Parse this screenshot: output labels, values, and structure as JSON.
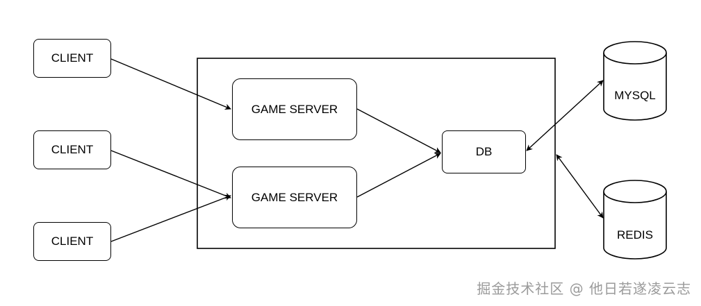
{
  "diagram": {
    "clients": [
      {
        "label": "CLIENT"
      },
      {
        "label": "CLIENT"
      },
      {
        "label": "CLIENT"
      }
    ],
    "game_servers": [
      {
        "label": "GAME SERVER"
      },
      {
        "label": "GAME SERVER"
      }
    ],
    "db": {
      "label": "DB"
    },
    "stores": [
      {
        "label": "MYSQL"
      },
      {
        "label": "REDIS"
      }
    ],
    "edges": [
      {
        "from": "CLIENT (1)",
        "to": "GAME SERVER (1)",
        "direction": "forward"
      },
      {
        "from": "CLIENT (2)",
        "to": "GAME SERVER (2)",
        "direction": "forward"
      },
      {
        "from": "CLIENT (3)",
        "to": "GAME SERVER (2)",
        "direction": "forward"
      },
      {
        "from": "GAME SERVER (1)",
        "to": "DB",
        "direction": "forward"
      },
      {
        "from": "GAME SERVER (2)",
        "to": "DB",
        "direction": "forward"
      },
      {
        "from": "DB",
        "to": "MYSQL",
        "direction": "both"
      },
      {
        "from": "container",
        "to": "REDIS",
        "direction": "both"
      }
    ]
  },
  "watermark": "掘金技术社区 @ 他日若遂凌云志"
}
